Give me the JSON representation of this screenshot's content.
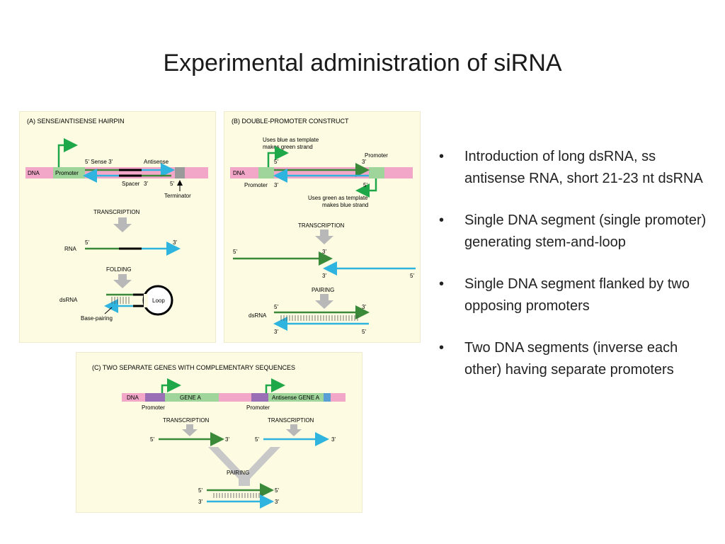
{
  "title": "Experimental administration of siRNA",
  "panel_a": {
    "heading": "(A)    SENSE/ANTISENSE HAIRPIN",
    "dna": "DNA",
    "promoter": "Promoter",
    "sense": "5' Sense  3'",
    "antisense": "Antisense",
    "spacer": "Spacer",
    "three_prime": "3'",
    "five_prime": "5'",
    "terminator": "Terminator",
    "transcription": "TRANSCRIPTION",
    "rna": "RNA",
    "rna_5": "5'",
    "rna_3": "3'",
    "folding": "FOLDING",
    "dsrna": "dsRNA",
    "loop": "Loop",
    "base_pairing": "Base-pairing"
  },
  "panel_b": {
    "heading": "(B)    DOUBLE-PROMOTER CONSTRUCT",
    "note_top_1": "Uses blue as template",
    "note_top_2": "makes green strand",
    "promoter_right": "Promoter",
    "five_prime_top": "5'",
    "three_prime_top": "3'",
    "dna": "DNA",
    "promoter_left": "Promoter",
    "three_prime_bot": "3'",
    "five_prime_bot": "5'",
    "note_bot_1": "Uses green as template",
    "note_bot_2": "makes blue strand",
    "transcription": "TRANSCRIPTION",
    "green_5": "5'",
    "green_3": "3'",
    "blue_3": "3'",
    "blue_5": "5'",
    "pairing": "PAIRING",
    "ds_5_top": "5'",
    "ds_3_top": "3'",
    "dsrna": "dsRNA",
    "ds_3_bot": "3'",
    "ds_5_bot": "5'"
  },
  "panel_c": {
    "heading": "(C)    TWO SEPARATE GENES WITH COMPLEMENTARY SEQUENCES",
    "dna": "DNA",
    "gene_a": "GENE A",
    "antisense_gene_a": "Antisense GENE A",
    "promoter_1": "Promoter",
    "promoter_2": "Promoter",
    "transcription_1": "TRANSCRIPTION",
    "transcription_2": "TRANSCRIPTION",
    "left_5": "5'",
    "left_3": "3'",
    "right_5": "5'",
    "right_3": "3'",
    "pairing": "PAIRING",
    "ds_5_left": "5'",
    "ds_5_right": "5'",
    "ds_3_left": "3'",
    "ds_3_right": "3'"
  },
  "bullets": [
    "Introduction of long dsRNA, ss antisense RNA, short 21-23 nt dsRNA",
    "Single DNA segment (single promoter) generating stem-and-loop",
    "Single DNA segment flanked by two opposing promoters",
    "Two DNA segments (inverse each other) having separate promoters"
  ],
  "colors": {
    "panel_bg": "#fdfbe1",
    "dna_pink": "#f2a6c8",
    "promoter_green": "#9fd49a",
    "strand_green": "#3a8a3a",
    "strand_blue": "#2fb4e0",
    "arrow_gray": "#b8b8b8",
    "terminator_gray": "#9a9a9a",
    "purple": "#9b6fb5",
    "blue_block": "#5a9ed6"
  }
}
